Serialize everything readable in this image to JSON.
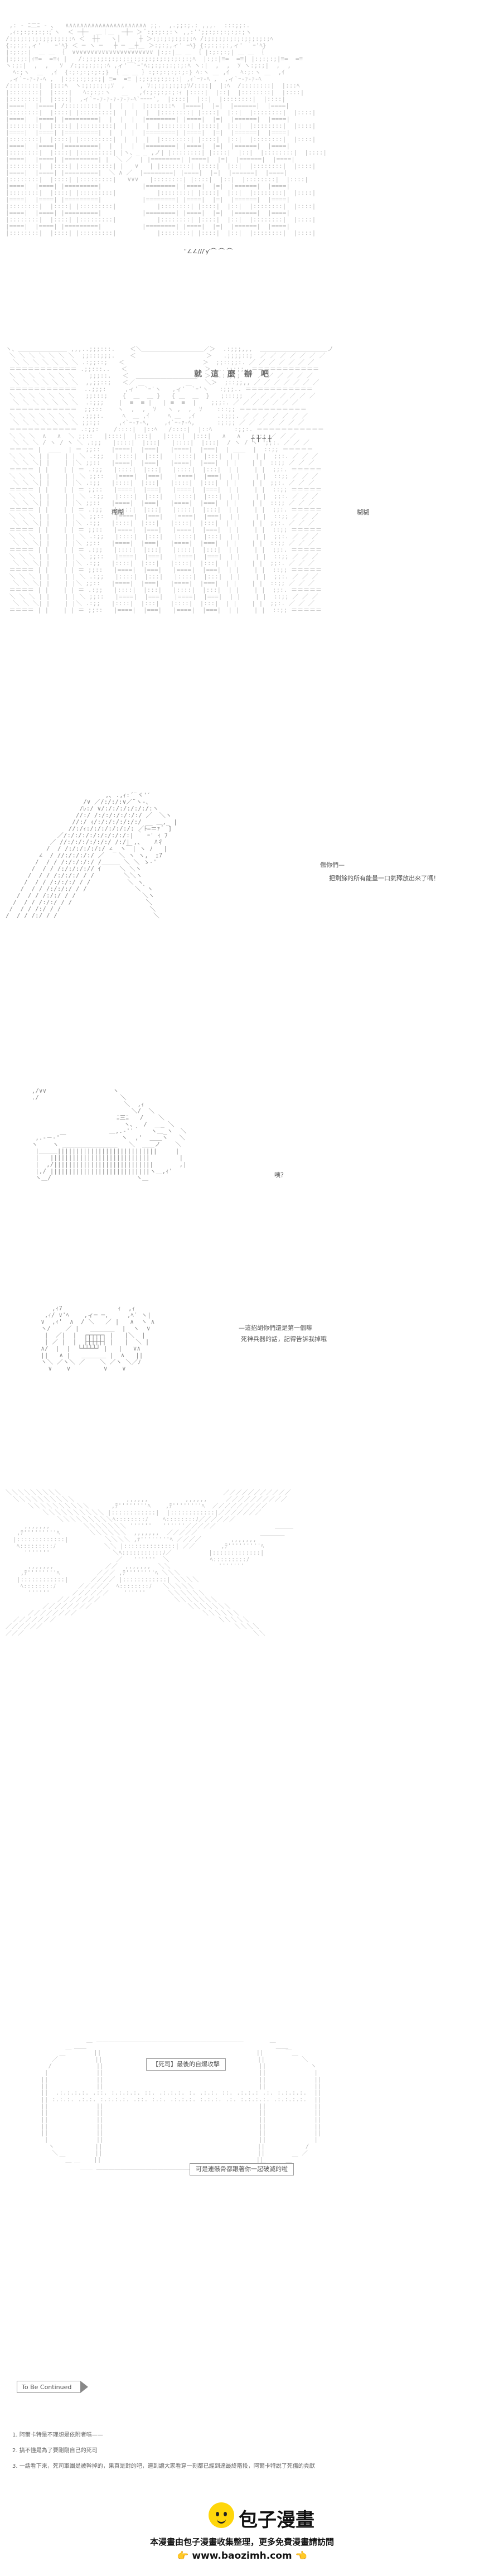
{
  "panel1": {
    "title_tokens": [
      "ㇰ",
      "ㇰ",
      "ㇰ"
    ],
    "side_text": "\"∠∠//∕′y′⌒ ⌒ ⌒"
  },
  "panel2": {
    "title_tokens": [
      "就",
      "這",
      "麼",
      "辦",
      "吧"
    ],
    "hands": "┼ ┼ ┼ ┼",
    "label_left": "糊糊",
    "label_right": "糊糊"
  },
  "panel3": {
    "speaker": "傷你們—",
    "dialogue": "把剩餘的所有能量一口氣釋放出來了嗎！"
  },
  "panel4": {
    "exclaim": "咦？"
  },
  "panel5": {
    "line1": "—這招胡你們還是第一個嘛",
    "line2": "死神兵器的話，記得告訴我掉哦"
  },
  "panel7": {
    "box1": "【死司】最後的自爆攻擊",
    "box2": "可是連骸骨都跟著你一起破滅的啦"
  },
  "to_be_continued": "To Be Continued",
  "notes": [
    "1. 阿爾卡特是不理想是依附者嗎——",
    "2. 搞不懂是為了要剛剛自己的死司",
    "3. 一話看下來，死司軍團是被幹掉的，果真是對的吧，連到讓大家看穿一刻都已經到達最終階段，阿爾卡特說了死傷的貢獻"
  ],
  "brand": {
    "name": "包子漫畫",
    "line1": "本漫畫由包子漫畫收集整理，更多免費漫畫請訪問",
    "url": "www.baozimh.com"
  },
  "colors": {
    "ascii_art": "#bdbdbd",
    "logo": "#ffd60a",
    "text": "#555555"
  }
}
